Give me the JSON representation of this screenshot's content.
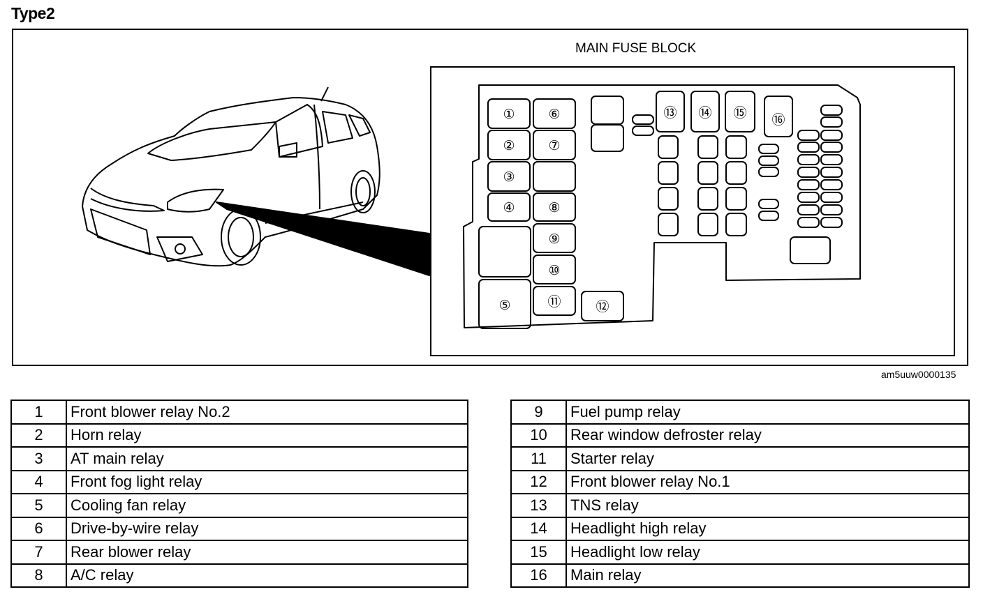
{
  "header": {
    "title": "Type2"
  },
  "diagram": {
    "block_label": "MAIN FUSE BLOCK",
    "figure_id": "am5uuw0000135",
    "relay_markers": [
      "①",
      "②",
      "③",
      "④",
      "⑤",
      "⑥",
      "⑦",
      "⑧",
      "⑨",
      "⑩",
      "⑪",
      "⑫",
      "⑬",
      "⑭",
      "⑮",
      "⑯"
    ]
  },
  "legend_left": [
    {
      "num": "1",
      "name": "Front blower relay No.2"
    },
    {
      "num": "2",
      "name": "Horn relay"
    },
    {
      "num": "3",
      "name": "AT main relay"
    },
    {
      "num": "4",
      "name": "Front fog light relay"
    },
    {
      "num": "5",
      "name": "Cooling fan relay"
    },
    {
      "num": "6",
      "name": "Drive-by-wire relay"
    },
    {
      "num": "7",
      "name": "Rear blower relay"
    },
    {
      "num": "8",
      "name": "A/C relay"
    }
  ],
  "legend_right": [
    {
      "num": "9",
      "name": "Fuel pump relay"
    },
    {
      "num": "10",
      "name": "Rear window defroster relay"
    },
    {
      "num": "11",
      "name": "Starter relay"
    },
    {
      "num": "12",
      "name": "Front blower relay No.1"
    },
    {
      "num": "13",
      "name": "TNS relay"
    },
    {
      "num": "14",
      "name": "Headlight high relay"
    },
    {
      "num": "15",
      "name": "Headlight low relay"
    },
    {
      "num": "16",
      "name": "Main relay"
    }
  ]
}
